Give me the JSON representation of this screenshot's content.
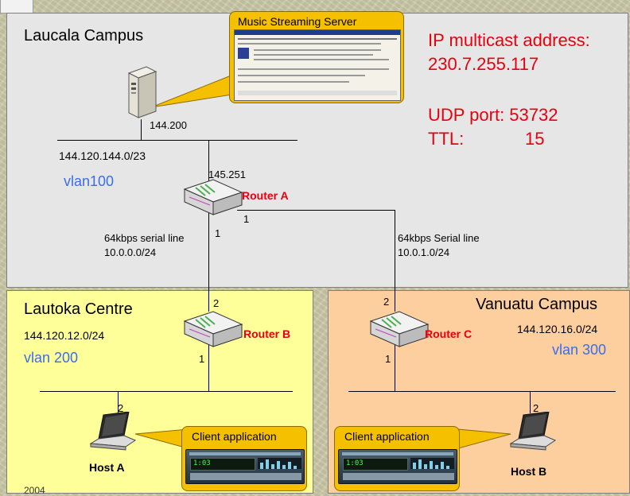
{
  "zones": {
    "laucala": {
      "title": "Laucala Campus",
      "subnet": "144.120.144.0/23",
      "vlan": "vlan100",
      "color": "#e6e6e6"
    },
    "lautoka": {
      "title": "Lautoka Centre",
      "subnet": "144.120.12.0/24",
      "vlan": "vlan 200",
      "color": "#ffff99"
    },
    "vanuatu": {
      "title": "Vanuatu Campus",
      "subnet": "144.120.16.0/24",
      "vlan": "vlan 300",
      "color": "#fdcf9e"
    }
  },
  "info": {
    "multicast_label": "IP multicast address:",
    "multicast_value": "230.7.255.117",
    "udp_port": "UDP port: 53732",
    "ttl_label": "TTL:",
    "ttl_value": "15"
  },
  "server": {
    "callout_title": "Music Streaming Server",
    "ip": "144.200"
  },
  "routers": {
    "a": {
      "name": "Router A",
      "lan_ip": "145.251",
      "port_left": "1",
      "port_right": "1"
    },
    "b": {
      "name": "Router B",
      "port_top": "2",
      "port_bottom": "1"
    },
    "c": {
      "name": "Router C",
      "port_top": "2",
      "port_bottom": "1"
    }
  },
  "links": {
    "ab": {
      "label": "64kbps serial  line",
      "subnet": "10.0.0.0/24"
    },
    "ac": {
      "label": "64kbps Serial line",
      "subnet": "10.0.1.0/24"
    }
  },
  "hosts": {
    "a": {
      "name": "Host A",
      "port": "2",
      "callout": "Client application"
    },
    "b": {
      "name": "Host B",
      "port": "2",
      "callout": "Client application"
    }
  },
  "player_display": "1:03",
  "footer": "2004"
}
